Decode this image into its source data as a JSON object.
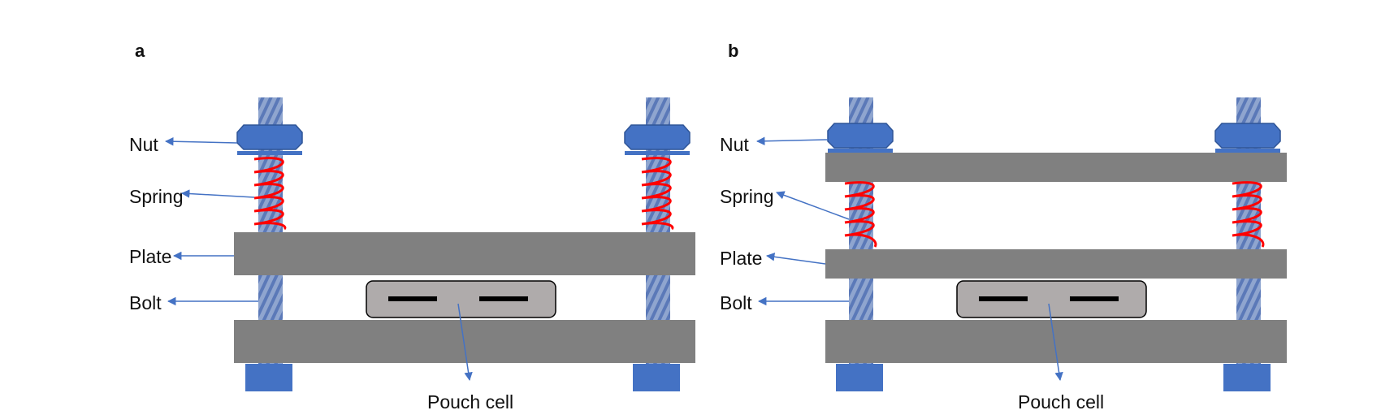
{
  "panels": [
    {
      "id": "a",
      "letter": "a",
      "labels": {
        "nut": "Nut",
        "spring": "Spring",
        "plate": "Plate",
        "bolt": "Bolt",
        "cell": "Pouch cell"
      }
    },
    {
      "id": "b",
      "letter": "b",
      "labels": {
        "nut": "Nut",
        "spring": "Spring",
        "plate": "Plate",
        "bolt": "Bolt",
        "cell": "Pouch cell"
      }
    }
  ],
  "colors": {
    "plate": "#808080",
    "nut": "#4472c4",
    "nut_stroke": "#2f5597",
    "washer": "#4472c4",
    "base_block": "#4472c4",
    "bolt_stripe_a": "#8fa5cf",
    "bolt_stripe_b": "#5b79b8",
    "spring": "#ff0000",
    "arrow": "#4472c4",
    "cell_fill": "#afabab",
    "cell_tab": "#000000"
  }
}
